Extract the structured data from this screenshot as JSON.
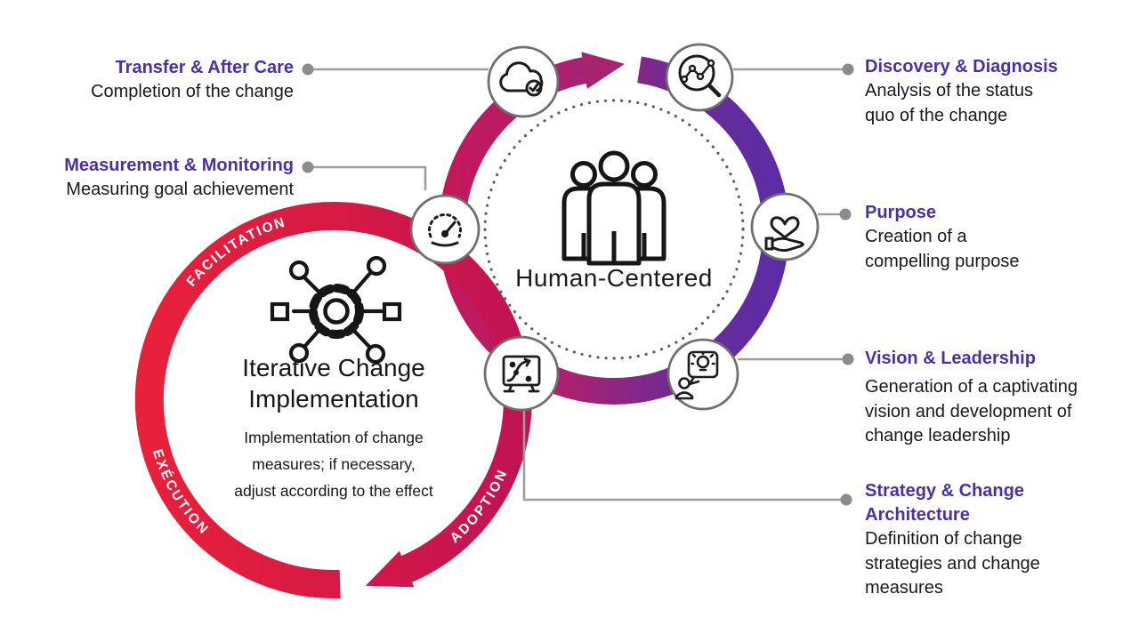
{
  "left_labels": [
    {
      "title": "Transfer & After Care",
      "desc": "Completion of the change"
    },
    {
      "title": "Measurement & Monitoring",
      "desc": "Measuring goal achievement"
    }
  ],
  "right_labels": [
    {
      "title": "Discovery & Diagnosis",
      "desc": "Analysis of the status quo of the change"
    },
    {
      "title": "Purpose",
      "desc": "Creation of a compelling purpose"
    },
    {
      "title": "Vision & Leadership",
      "desc": "Generation of a captivating vision and development of change leadership"
    },
    {
      "title": "Strategy & Change Architecture",
      "desc": "Definition of change strategies and change measures"
    }
  ],
  "iteration_circle": {
    "title_lines": [
      "Iterative Change",
      "Implementation"
    ],
    "desc_lines": [
      "Implementation of change",
      "measures; if necessary,",
      "adjust according to the effect"
    ],
    "arc_labels": [
      "FACILITATION",
      "EXÉCUTION",
      "ADOPTION"
    ]
  },
  "human_circle": {
    "label": "Human-Centered"
  },
  "icons": {
    "transfer": "cloud-check-icon",
    "measurement": "gauge-icon",
    "discovery": "magnifier-chart-icon",
    "purpose": "hand-heart-icon",
    "vision": "person-idea-bubble-icon",
    "strategy": "strategy-board-icon",
    "iteration_center": "gear-network-icon",
    "human_center": "people-group-icon"
  },
  "colors": {
    "heading_purple": "#4B2FA7",
    "body_text": "#191919",
    "red_ring_start": "#e8213b",
    "red_ring_end": "#c01355",
    "purple_ring_start": "#c4175a",
    "purple_ring_end": "#5a2da6",
    "connector_gray": "#9d9d9d",
    "ring_label_white": "#ffffff"
  }
}
